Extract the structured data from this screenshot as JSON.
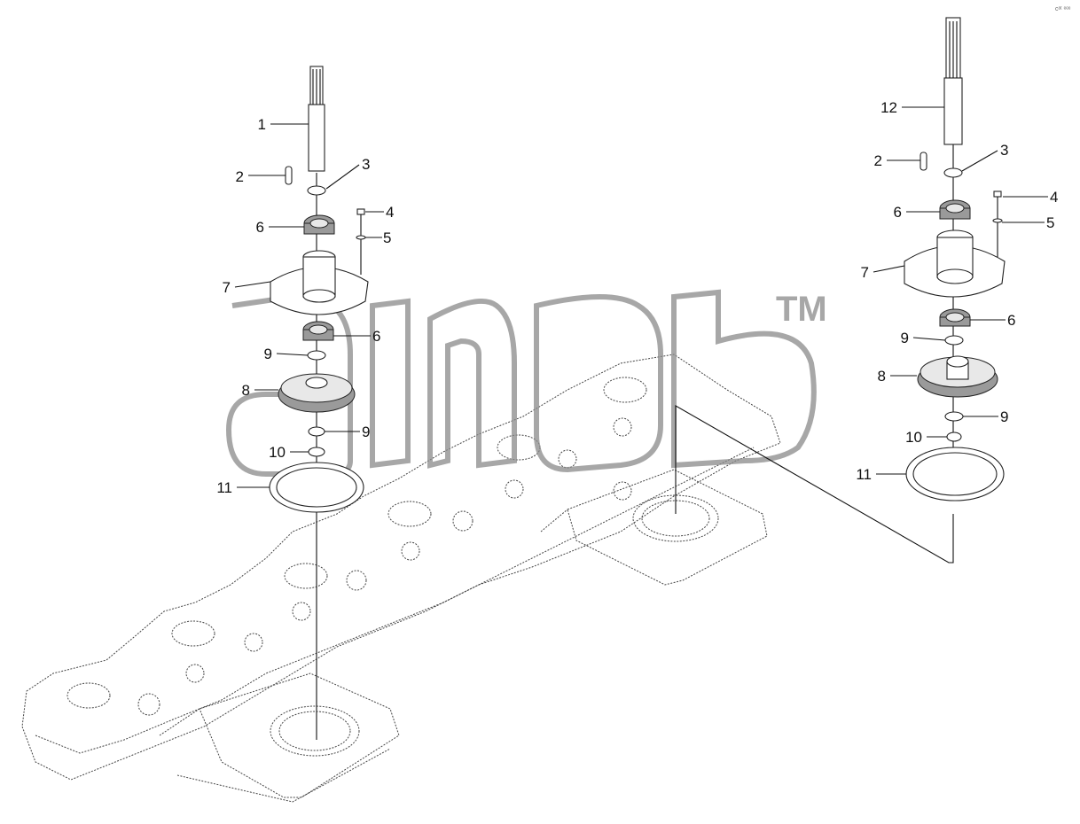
{
  "diagram": {
    "corner_code": "cᵃᵗ ᵉᵉᵉ",
    "watermark_tm": "TM",
    "left_assembly_callouts": [
      "1",
      "2",
      "3",
      "4",
      "5",
      "6",
      "7",
      "6",
      "9",
      "8",
      "9",
      "10",
      "11"
    ],
    "right_assembly_callouts": [
      "12",
      "2",
      "3",
      "4",
      "6",
      "5",
      "7",
      "6",
      "9",
      "8",
      "9",
      "10",
      "11"
    ]
  }
}
